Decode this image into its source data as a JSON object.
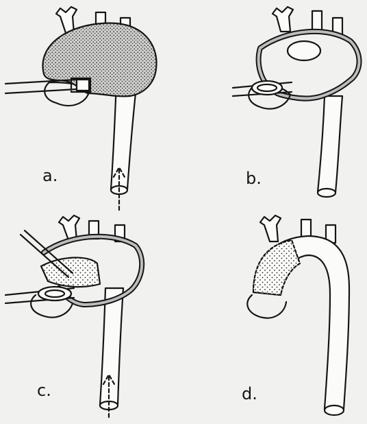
{
  "figure": {
    "panels": [
      {
        "id": "a",
        "label": "a."
      },
      {
        "id": "b",
        "label": "b."
      },
      {
        "id": "c",
        "label": "c."
      },
      {
        "id": "d",
        "label": "d."
      }
    ],
    "colors": {
      "ink": "#151515",
      "paper": "#f1f1ef",
      "vessel_fill": "#fbfbf9",
      "stipple": "#bdbdbd"
    }
  }
}
